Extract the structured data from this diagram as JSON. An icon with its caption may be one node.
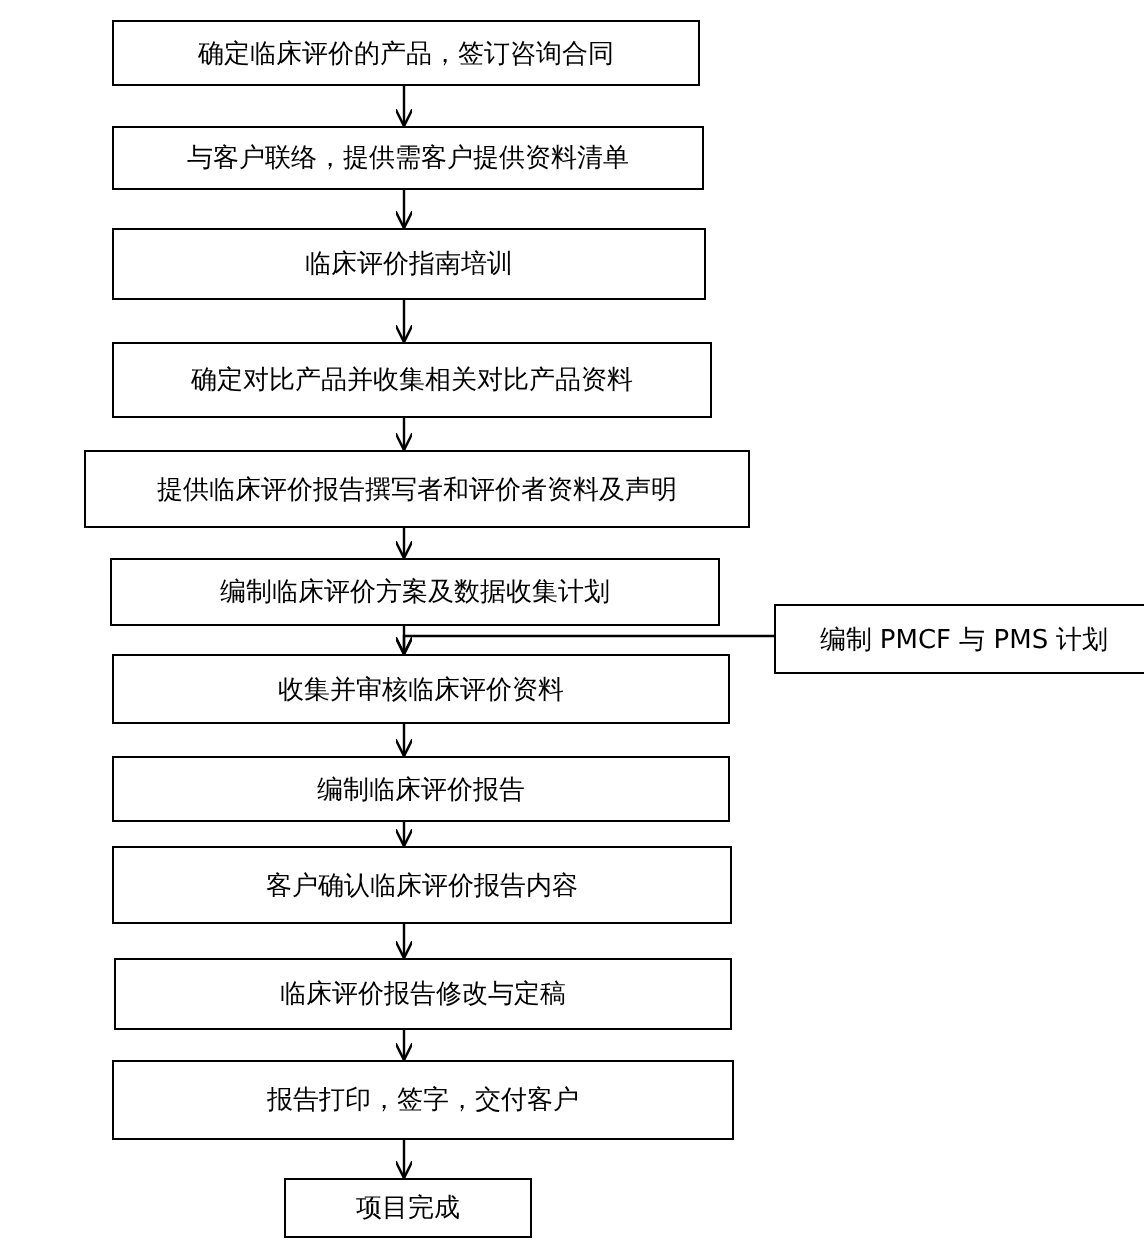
{
  "diagram": {
    "nodes": [
      {
        "text": [
          "确定临床评价的产品，签订咨询合同"
        ]
      },
      {
        "text": [
          "与客户联络，提供需客户提供资料清单"
        ]
      },
      {
        "text": [
          "临床评价指南培训"
        ]
      },
      {
        "text": [
          "确定对比产品并收集相关对比产品资料"
        ]
      },
      {
        "text": [
          "提供临床评价报告撰写者和评价者资料及声明"
        ]
      },
      {
        "text": [
          "编制临床评价方案及数据收集计划"
        ]
      },
      {
        "text": [
          "收集并审核临床评价资料"
        ]
      },
      {
        "text": [
          "编制临床评价报告"
        ]
      },
      {
        "text": [
          "客户确认临床评价报告内容"
        ]
      },
      {
        "text": [
          "临床评价报告修改与定稿"
        ]
      },
      {
        "text": [
          "报告打印，签字，交付客户"
        ]
      },
      {
        "text": [
          "项目完成"
        ]
      },
      {
        "text": [
          "编制 PMCF 与 PMS 计划"
        ]
      }
    ],
    "edges": [
      {
        "from": 0,
        "to": 1,
        "arrow": "to"
      },
      {
        "from": 1,
        "to": 2,
        "arrow": "to"
      },
      {
        "from": 2,
        "to": 3,
        "arrow": "to"
      },
      {
        "from": 3,
        "to": 4,
        "arrow": "to"
      },
      {
        "from": 4,
        "to": 5,
        "arrow": "to"
      },
      {
        "from": 5,
        "to": 6,
        "arrow": "to"
      },
      {
        "from": 6,
        "to": 7,
        "arrow": "to"
      },
      {
        "from": 7,
        "to": 8,
        "arrow": "to"
      },
      {
        "from": 8,
        "to": 9,
        "arrow": "to"
      },
      {
        "from": 9,
        "to": 10,
        "arrow": "to"
      },
      {
        "from": 10,
        "to": 11,
        "arrow": "to"
      },
      {
        "from": 12,
        "to": 6,
        "arrow": "to"
      }
    ]
  }
}
